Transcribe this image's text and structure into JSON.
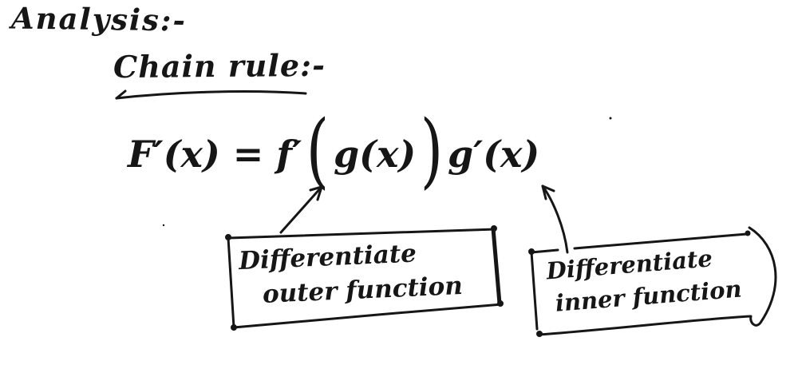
{
  "page": {
    "background_color": "#ffffff",
    "ink_color": "#161616",
    "description": "Handwritten calculus note explaining the chain rule"
  },
  "heading": {
    "text": "Analysis:-"
  },
  "section": {
    "title": "Chain rule:-"
  },
  "formula": {
    "full": "F′(x) = f′(g(x)) g′(x)",
    "lhs": "F′(x)",
    "equals": "=",
    "outer_derivative": "f′",
    "open_paren": "(",
    "inner_function": "g(x)",
    "close_paren": ")",
    "inner_derivative": "g′(x)"
  },
  "annotations": {
    "left_box": {
      "line1": "Differentiate",
      "line2": "outer function",
      "points_to": "f′"
    },
    "right_box": {
      "line1": "Differentiate",
      "line2": "inner function",
      "points_to": "g′(x)"
    }
  }
}
